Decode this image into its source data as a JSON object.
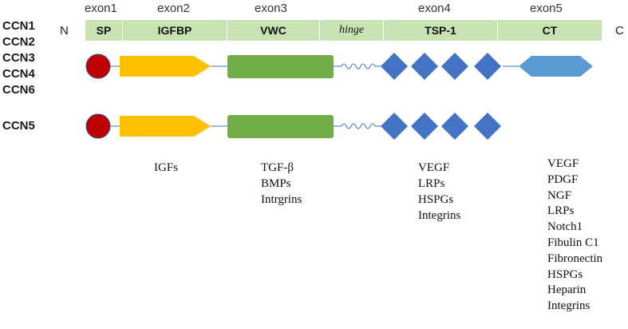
{
  "exons": [
    "exon1",
    "exon2",
    "exon3",
    "exon4",
    "exon5"
  ],
  "genes_full": [
    "CCN1",
    "CCN2",
    "CCN3",
    "CCN4",
    "CCN6"
  ],
  "gene_ccn5": "CCN5",
  "terminal_n": "N",
  "terminal_c": "C",
  "domains": [
    "SP",
    "IGFBP",
    "VWC",
    "hinge",
    "TSP-1",
    "CT"
  ],
  "binders": {
    "igfbp": [
      "IGFs"
    ],
    "vwc": [
      "TGF-β",
      "BMPs",
      "Intrgrins"
    ],
    "tsp1": [
      "VEGF",
      "LRPs",
      "HSPGs",
      "Integrins"
    ],
    "ct": [
      "VEGF",
      "PDGF",
      "NGF",
      "LRPs",
      "Notch1",
      "Fibulin C1",
      "Fibronectin",
      "HSPGs",
      "Heparin",
      "Integrins"
    ]
  },
  "colors": {
    "domain_bar": "#c8e2b4",
    "sp": "#c00000",
    "igfbp": "#ffc000",
    "vwc": "#70ad47",
    "tsp1": "#4472c4",
    "ct": "#5b9bd5",
    "linker": "#4472c4"
  }
}
